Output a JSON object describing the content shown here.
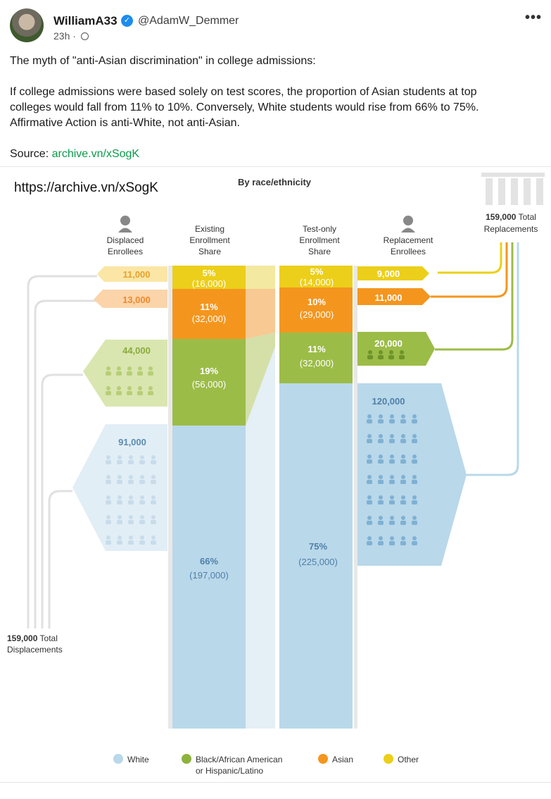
{
  "post": {
    "author_name": "WilliamA33",
    "handle": "@AdamW_Demmer",
    "time": "23h",
    "text_line1": "The myth of \"anti-Asian discrimination\" in college admissions:",
    "text_para2_l1": "If college admissions were based solely on test scores, the proportion of Asian students at top",
    "text_para2_l2": "colleges would fall from 11% to 10%. Conversely, White students would rise from 66% to 75%.",
    "text_para2_l3": "Affirmative Action is anti-White, not anti-Asian.",
    "source_label": "Source: ",
    "source_link": "archive.vn/xSogK",
    "more_label": "•••"
  },
  "figure": {
    "url_overlay": "https://archive.vn/xSogK",
    "title": "By race/ethnicity",
    "col_displaced": [
      "Displaced",
      "Enrollees"
    ],
    "col_existing": [
      "Existing",
      "Enrollment",
      "Share"
    ],
    "col_testonly": [
      "Test-only",
      "Enrollment",
      "Share"
    ],
    "col_replacement": [
      "Replacement",
      "Enrollees"
    ],
    "total_replacements": [
      "159,000",
      "Total",
      "Replacements"
    ],
    "total_displacements": [
      "159,000",
      "Total",
      "Displacements"
    ],
    "colors": {
      "white": "#b9d8ea",
      "black_hispanic": "#9cbc48",
      "asian": "#f4961e",
      "other": "#eccf1a"
    },
    "rows": [
      {
        "group": "Other",
        "displaced": "11,000",
        "existing_pct": "5%",
        "existing_n": "(16,000)",
        "testonly_pct": "5%",
        "testonly_n": "(14,000)",
        "replacement": "9,000"
      },
      {
        "group": "Asian",
        "displaced": "13,000",
        "existing_pct": "11%",
        "existing_n": "(32,000)",
        "testonly_pct": "10%",
        "testonly_n": "(29,000)",
        "replacement": "11,000"
      },
      {
        "group": "Black/African American or Hispanic/Latino",
        "displaced": "44,000",
        "existing_pct": "19%",
        "existing_n": "(56,000)",
        "testonly_pct": "11%",
        "testonly_n": "(32,000)",
        "replacement": "20,000"
      },
      {
        "group": "White",
        "displaced": "91,000",
        "existing_pct": "66%",
        "existing_n": "(197,000)",
        "testonly_pct": "75%",
        "testonly_n": "(225,000)",
        "replacement": "120,000"
      }
    ],
    "legend": [
      {
        "label": [
          "White"
        ],
        "color": "#b9d8ea"
      },
      {
        "label": [
          "Black/African American",
          "or Hispanic/Latino"
        ],
        "color": "#8db33c"
      },
      {
        "label": [
          "Asian"
        ],
        "color": "#f4961e"
      },
      {
        "label": [
          "Other"
        ],
        "color": "#eccf1a"
      }
    ]
  }
}
